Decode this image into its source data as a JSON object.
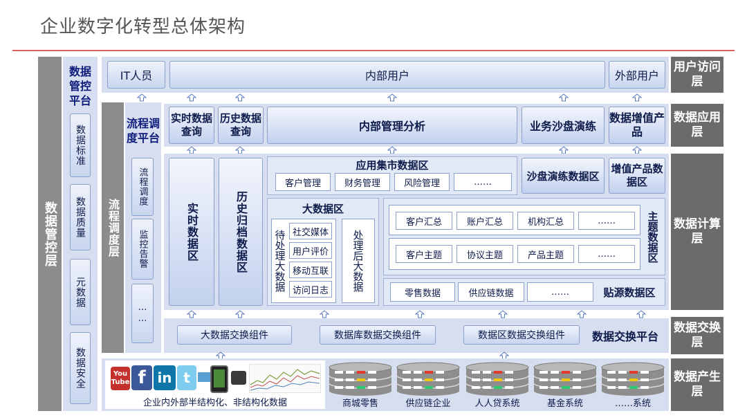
{
  "title": "企业数字化转型总体架构",
  "governance": {
    "outer_label": "数据管控层",
    "platform_label": "数据管控平台",
    "items": [
      "数据标准",
      "数据质量",
      "元数据",
      "数据安全"
    ]
  },
  "scheduling": {
    "outer_label": "流程调度层",
    "platform_label": "流程调度平台",
    "items": [
      "流程调度",
      "监控告警",
      "……"
    ]
  },
  "layers": {
    "user": "用户访问层",
    "app": "数据应用层",
    "compute": "数据计算层",
    "exchange": "数据交换层",
    "source": "数据产生层"
  },
  "user_access": {
    "it": "IT人员",
    "internal": "内部用户",
    "external": "外部用户"
  },
  "app_layer": {
    "realtime_query": "实时数据查询",
    "history_query": "历史数据查询",
    "mgmt_analysis": "内部管理分析",
    "sandbox": "业务沙盘演练",
    "value_added": "数据增值产品"
  },
  "compute_layer": {
    "realtime_zone": "实时数据区",
    "history_zone": "历史归档数据区",
    "app_mart": {
      "title": "应用集市数据区",
      "items": [
        "客户管理",
        "财务管理",
        "风险管理",
        "……"
      ]
    },
    "sandbox_zone": "沙盘演练数据区",
    "value_zone": "增值产品数据区",
    "bigdata": {
      "title": "大数据区",
      "pending_label": "待处理大数据",
      "pending_items": [
        "社交媒体",
        "用户评价",
        "移动互联",
        "访问日志"
      ],
      "processed_label": "处理后大数据"
    },
    "subject": {
      "label": "主题数据区",
      "summary_items": [
        "客户汇总",
        "账户汇总",
        "机构汇总",
        "……"
      ],
      "subject_items": [
        "客户主题",
        "协议主题",
        "产品主题",
        "……"
      ]
    },
    "source_zone": {
      "label": "贴源数据区",
      "items": [
        "零售数据",
        "供应链数据",
        "……"
      ]
    }
  },
  "exchange_layer": {
    "items": [
      "大数据交换组件",
      "数据库数据交换组件",
      "数据区数据交换组件"
    ],
    "platform": "数据交换平台"
  },
  "source_layer": {
    "social_caption": "企业内外部半结构化、非结构化数据",
    "social_icons": [
      "youtube-icon",
      "facebook-icon",
      "linkedin-icon",
      "twitter-icon",
      "phone-icon",
      "chart-thumbnail"
    ],
    "systems": [
      "商城零售",
      "供应链企业",
      "人人贷系统",
      "基金系统",
      "……系统"
    ]
  },
  "colors": {
    "accent_line": "#e06060",
    "panel": "#d6deef",
    "box_border": "#8aa0cf",
    "layer_label_bg": "#6b6b6b",
    "side_bg": "#8c8c8c"
  }
}
